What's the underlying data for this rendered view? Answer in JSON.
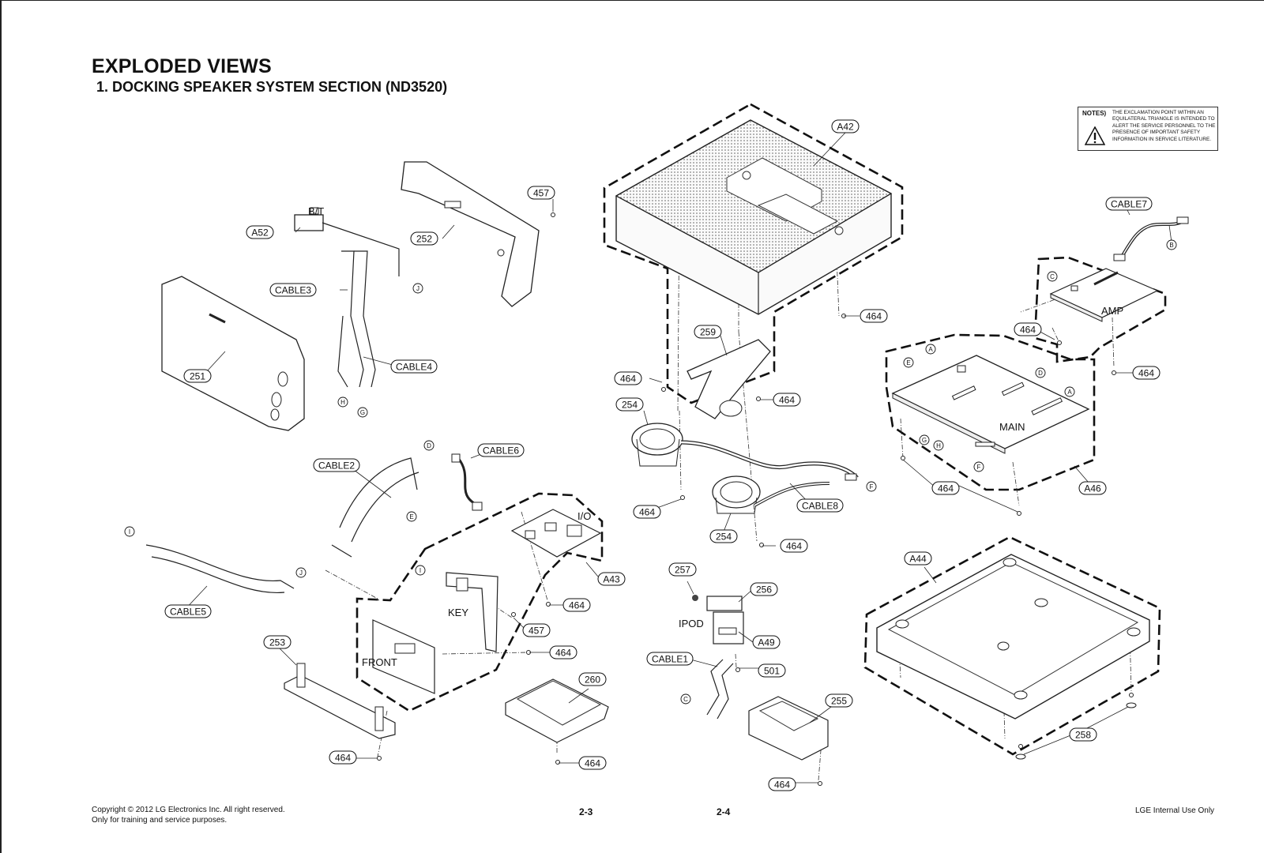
{
  "title": "EXPLODED VIEWS",
  "subtitle": "1. DOCKING SPEAKER SYSTEM SECTION (ND3520)",
  "notes": {
    "label": "NOTES)",
    "text": "THE EXCLAMATION POINT WITHIN AN EQUILATERAL TRIANGLE IS INTENDED TO ALERT THE SERVICE PERSONNEL TO THE PRESENCE OF IMPORTANT SAFETY INFORMATION IN SERVICE LITERATURE.",
    "icon": "warning-triangle-icon"
  },
  "part_labels": [
    "A42",
    "457",
    "A52",
    "252",
    "CABLE3",
    "251",
    "CABLE4",
    "CABLE7",
    "464",
    "259",
    "464",
    "464",
    "254",
    "464",
    "464",
    "464",
    "A46",
    "CABLE6",
    "CABLE2",
    "I/O",
    "A43",
    "464",
    "457",
    "CABLE5",
    "253",
    "464",
    "464",
    "464",
    "257",
    "256",
    "A49",
    "CABLE1",
    "501",
    "260",
    "255",
    "464",
    "464",
    "CABLE8",
    "254",
    "464",
    "A44",
    "258"
  ],
  "section_labels": [
    "B/T",
    "AMP",
    "MAIN",
    "KEY",
    "FRONT",
    "IPOD"
  ],
  "connector_labels": [
    "J",
    "H",
    "G",
    "B",
    "C",
    "A",
    "E",
    "D",
    "H",
    "G",
    "F",
    "A",
    "D",
    "E",
    "I",
    "J",
    "I",
    "C",
    "F"
  ],
  "footer": {
    "copyright_line1": "Copyright © 2012 LG Electronics Inc. All right reserved.",
    "copyright_line2": "Only for training and service purposes.",
    "page_left": "2-3",
    "page_right": "2-4",
    "internal": "LGE Internal Use Only"
  }
}
